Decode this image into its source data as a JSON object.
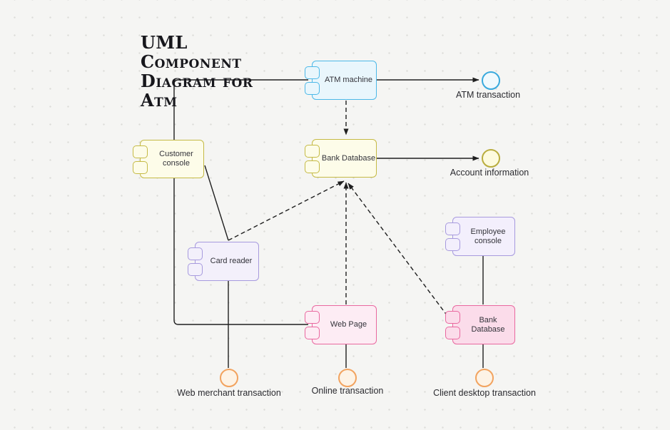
{
  "title": "UML Component Diagram for Atm",
  "components": [
    {
      "label": "ATM machine",
      "border": "#4cb8e8",
      "fill": "#e9f6fc"
    },
    {
      "label": "Bank Database",
      "border": "#c5ba45",
      "fill": "#fdfce9"
    },
    {
      "label": "Customer console",
      "border": "#c5ba45",
      "fill": "#fdfce9"
    },
    {
      "label": "Card reader",
      "border": "#a79ade",
      "fill": "#f3f0fb"
    },
    {
      "label": "Employee console",
      "border": "#a79ade",
      "fill": "#f3effc"
    },
    {
      "label": "Web Page",
      "border": "#e9689f",
      "fill": "#fdecf4"
    },
    {
      "label": "Bank Database",
      "border": "#e9689f",
      "fill": "#fbdcea"
    }
  ],
  "interfaces": [
    {
      "label": "ATM transaction",
      "stroke": "#38a9dd",
      "fill": "#f0f9fd"
    },
    {
      "label": "Account information",
      "stroke": "#b9ad3e",
      "fill": "#fdfbdf"
    },
    {
      "label": "Web merchant transaction",
      "stroke": "#f2a35f",
      "fill": "#fdf3e6"
    },
    {
      "label": "Online transaction",
      "stroke": "#f2a35f",
      "fill": "#fdf3e6"
    },
    {
      "label": "Client desktop transaction",
      "stroke": "#f2a35f",
      "fill": "#fdf3e6"
    }
  ],
  "line_color": "#1f1f1f"
}
